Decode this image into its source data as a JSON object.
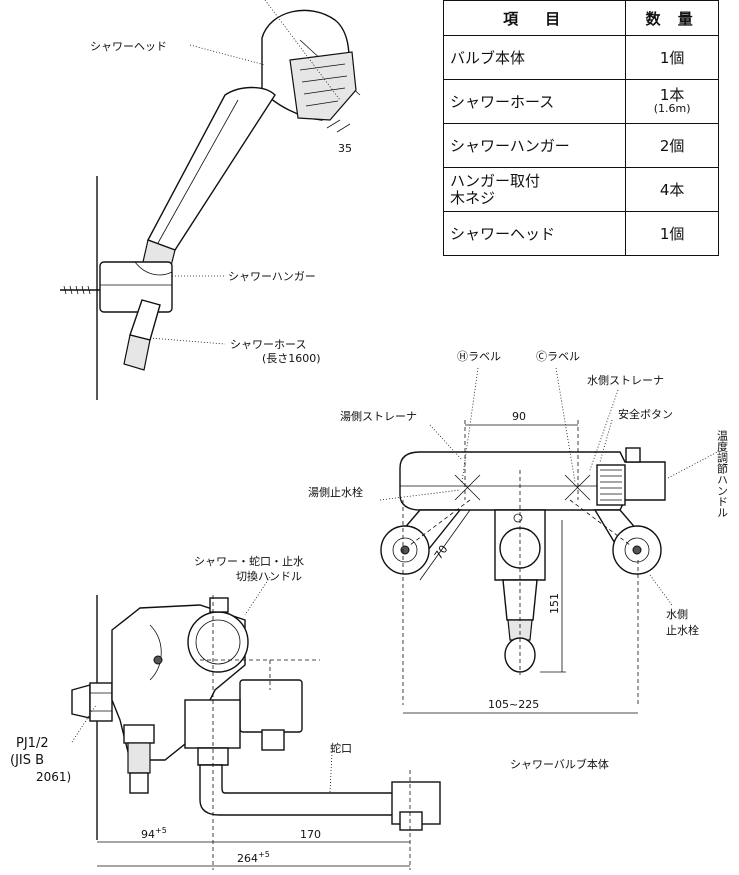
{
  "table": {
    "header_item": "項　目",
    "header_qty": "数 量",
    "rows": [
      {
        "item": "バルブ本体",
        "qty": "1個",
        "qty_sub": ""
      },
      {
        "item": "シャワーホース",
        "qty": "1本",
        "qty_sub": "(1.6m)"
      },
      {
        "item": "シャワーハンガー",
        "qty": "2個",
        "qty_sub": ""
      },
      {
        "item": "ハンガー取付",
        "item2": "木ネジ",
        "qty": "4本",
        "qty_sub": ""
      },
      {
        "item": "シャワーヘッド",
        "qty": "1個",
        "qty_sub": ""
      }
    ]
  },
  "labels": {
    "shower_head": "シャワーヘッド",
    "dim_35": "35",
    "shower_hanger": "シャワーハンガー",
    "shower_hose": "シャワーホース",
    "hose_length": "(長さ1600)",
    "h_label": "Ⓗラベル",
    "c_label": "Ⓒラベル",
    "cold_strainer": "水側ストレーナ",
    "hot_strainer": "湯側ストレーナ",
    "safety_button": "安全ボタン",
    "temp_handle": "温度調節ハンドル",
    "hot_stop_valve": "湯側止水栓",
    "cold_stop_valve_1": "水側",
    "cold_stop_valve_2": "止水栓",
    "switch_handle_1": "シャワー・蛇口・止水",
    "switch_handle_2": "切換ハンドル",
    "pj": "PJ1/2",
    "jis_1": "(JIS B",
    "jis_2": "2061)",
    "spout": "蛇口",
    "valve_body": "シャワーバルブ本体"
  },
  "dimensions": {
    "d90": "90",
    "d70": "70",
    "d151": "151",
    "d105_225": "105~225",
    "d94": "94",
    "d94_tol": "+5",
    "d170": "170",
    "d264": "264",
    "d264_tol": "+5"
  }
}
